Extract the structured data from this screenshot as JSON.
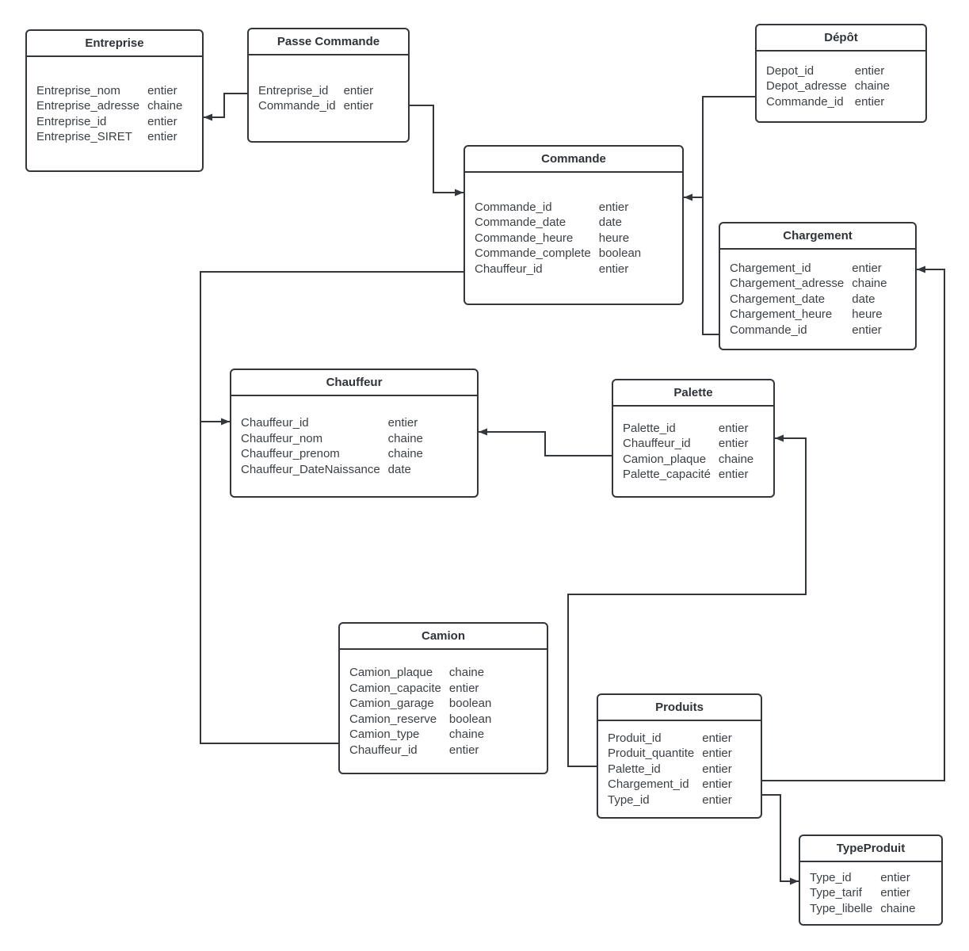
{
  "diagram": {
    "type": "entity-relationship",
    "colors": {
      "stroke": "#33373b",
      "box_fill": "#ffffff",
      "text": "#3c4045",
      "background": "#ffffff"
    },
    "entities": [
      {
        "title": "Entreprise",
        "fields": [
          {
            "name": "Entreprise_nom",
            "type": "entier"
          },
          {
            "name": "Entreprise_adresse",
            "type": "chaine"
          },
          {
            "name": "Entreprise_id",
            "type": "entier"
          },
          {
            "name": "Entreprise_SIRET",
            "type": "entier"
          }
        ]
      },
      {
        "title": "Passe Commande",
        "fields": [
          {
            "name": "Entreprise_id",
            "type": "entier"
          },
          {
            "name": "Commande_id",
            "type": "entier"
          }
        ]
      },
      {
        "title": "Dépôt",
        "fields": [
          {
            "name": "Depot_id",
            "type": "entier"
          },
          {
            "name": "Depot_adresse",
            "type": "chaine"
          },
          {
            "name": "Commande_id",
            "type": "entier"
          }
        ]
      },
      {
        "title": "Commande",
        "fields": [
          {
            "name": "Commande_id",
            "type": "entier"
          },
          {
            "name": "Commande_date",
            "type": "date"
          },
          {
            "name": "Commande_heure",
            "type": "heure"
          },
          {
            "name": "Commande_complete",
            "type": "boolean"
          },
          {
            "name": "Chauffeur_id",
            "type": "entier"
          }
        ]
      },
      {
        "title": "Chargement",
        "fields": [
          {
            "name": "Chargement_id",
            "type": "entier"
          },
          {
            "name": "Chargement_adresse",
            "type": "chaine"
          },
          {
            "name": "Chargement_date",
            "type": "date"
          },
          {
            "name": "Chargement_heure",
            "type": "heure"
          },
          {
            "name": "Commande_id",
            "type": "entier"
          }
        ]
      },
      {
        "title": "Chauffeur",
        "fields": [
          {
            "name": "Chauffeur_id",
            "type": "entier"
          },
          {
            "name": "Chauffeur_nom",
            "type": "chaine"
          },
          {
            "name": "Chauffeur_prenom",
            "type": "chaine"
          },
          {
            "name": "Chauffeur_DateNaissance",
            "type": "date"
          }
        ]
      },
      {
        "title": "Palette",
        "fields": [
          {
            "name": "Palette_id",
            "type": "entier"
          },
          {
            "name": "Chauffeur_id",
            "type": "entier"
          },
          {
            "name": "Camion_plaque",
            "type": "chaine"
          },
          {
            "name": "Palette_capacité",
            "type": "entier"
          }
        ]
      },
      {
        "title": "Camion",
        "fields": [
          {
            "name": "Camion_plaque",
            "type": "chaine"
          },
          {
            "name": "Camion_capacite",
            "type": "entier"
          },
          {
            "name": "Camion_garage",
            "type": "boolean"
          },
          {
            "name": "Camion_reserve",
            "type": "boolean"
          },
          {
            "name": "Camion_type",
            "type": "chaine"
          },
          {
            "name": "Chauffeur_id",
            "type": "entier"
          }
        ]
      },
      {
        "title": "Produits",
        "fields": [
          {
            "name": "Produit_id",
            "type": "entier"
          },
          {
            "name": "Produit_quantite",
            "type": "entier"
          },
          {
            "name": "Palette_id",
            "type": "entier"
          },
          {
            "name": "Chargement_id",
            "type": "entier"
          },
          {
            "name": "Type_id",
            "type": "entier"
          }
        ]
      },
      {
        "title": "TypeProduit",
        "fields": [
          {
            "name": "Type_id",
            "type": "entier"
          },
          {
            "name": "Type_tarif",
            "type": "entier"
          },
          {
            "name": "Type_libelle",
            "type": "chaine"
          }
        ]
      }
    ],
    "relations": [
      {
        "from": "Passe Commande",
        "to": "Entreprise"
      },
      {
        "from": "Passe Commande",
        "to": "Commande"
      },
      {
        "from": "Dépôt",
        "to": "Commande"
      },
      {
        "from": "Chargement",
        "to": "Commande"
      },
      {
        "from": "Commande",
        "to": "Chauffeur"
      },
      {
        "from": "Camion",
        "to": "Chauffeur"
      },
      {
        "from": "Palette",
        "to": "Chauffeur"
      },
      {
        "from": "Produits",
        "to": "Palette"
      },
      {
        "from": "Produits",
        "to": "Chargement"
      },
      {
        "from": "Produits",
        "to": "TypeProduit"
      }
    ]
  }
}
